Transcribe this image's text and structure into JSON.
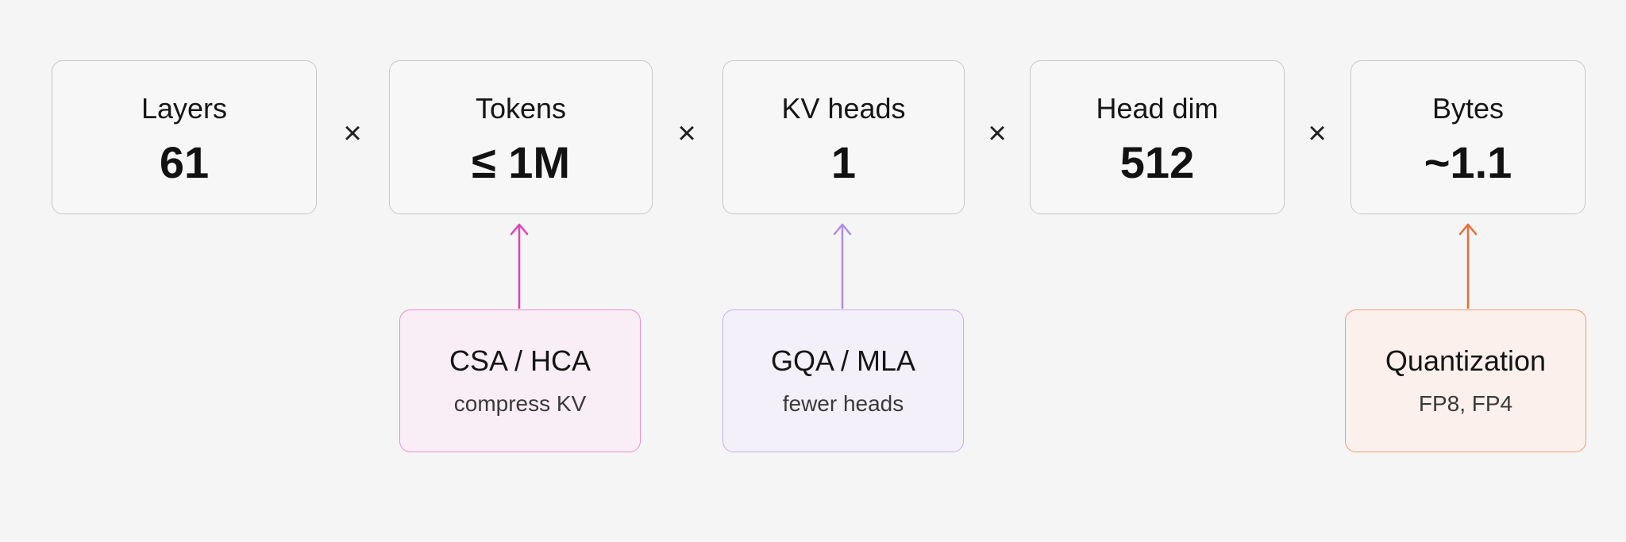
{
  "factors": [
    {
      "label": "Layers",
      "value": "61"
    },
    {
      "label": "Tokens",
      "value": "≤ 1M"
    },
    {
      "label": "KV heads",
      "value": "1"
    },
    {
      "label": "Head dim",
      "value": "512"
    },
    {
      "label": "Bytes",
      "value": "~1.1"
    }
  ],
  "operator": "×",
  "techniques": [
    {
      "title": "CSA / HCA",
      "subtitle": "compress KV",
      "targets": "Tokens",
      "color": "#e23fb5",
      "fill": "#f9eef5",
      "border": "#e98fcf"
    },
    {
      "title": "GQA / MLA",
      "subtitle": "fewer heads",
      "targets": "KV heads",
      "color": "#b08ee6",
      "fill": "#f4f0fa",
      "border": "#c6adee"
    },
    {
      "title": "Quantization",
      "subtitle": "FP8, FP4",
      "targets": "Bytes",
      "color": "#ee6a36",
      "fill": "#fbf0eb",
      "border": "#f29a74"
    }
  ]
}
